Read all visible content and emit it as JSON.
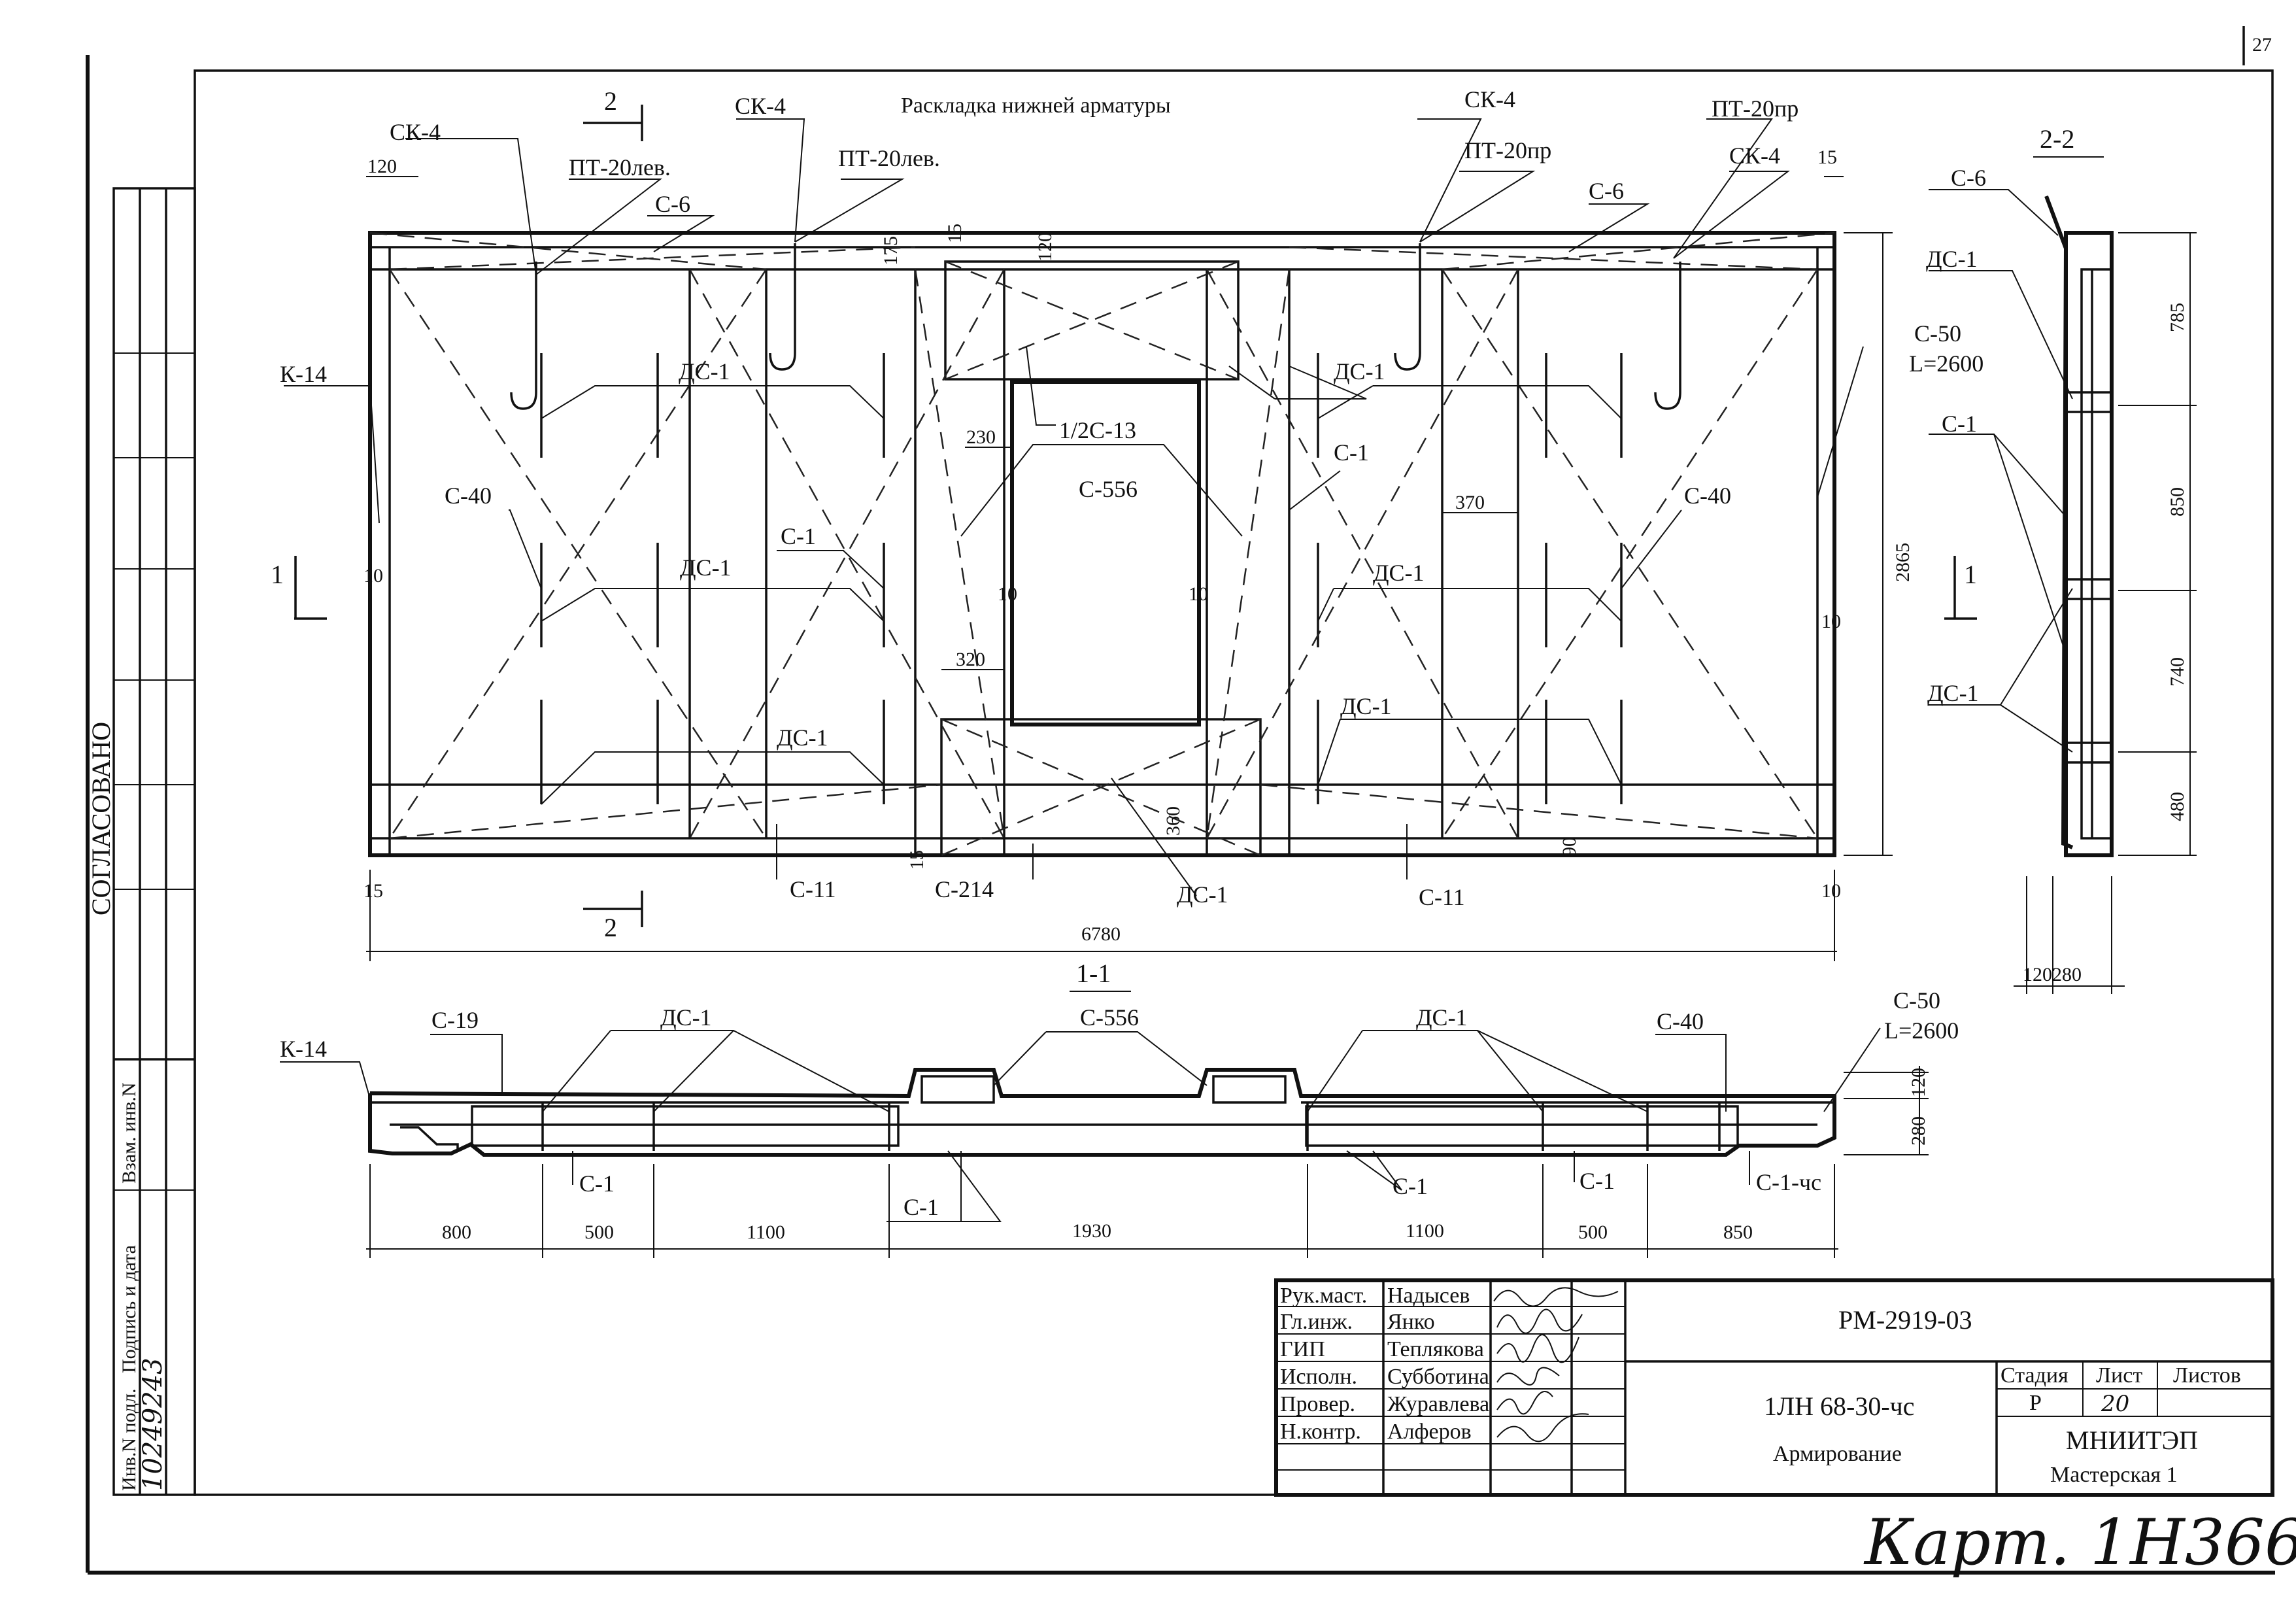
{
  "sheet_corner_number": "27",
  "plan_title": "Раскладка нижней арматуры",
  "approved_label": "СОГЛАСОВАНО",
  "section_marks": {
    "s1": "1",
    "s2": "2",
    "view_1_1": "1-1",
    "view_2_2": "2-2"
  },
  "labels": {
    "sk4": "СК-4",
    "pt20lev": "ПТ-20лев.",
    "pt20pr": "ПТ-20пр",
    "c6": "С-6",
    "k14": "К-14",
    "ds1": "ДС-1",
    "c40": "С-40",
    "c1": "С-1",
    "c556": "С-556",
    "half_c13": "1/2С-13",
    "c50": "С-50",
    "l2600": "L=2600",
    "c11": "С-11",
    "c214": "С-214",
    "c19": "С-19",
    "c1chs": "С-1-чс"
  },
  "dims": {
    "d120": "120",
    "d15": "15",
    "d175": "175",
    "d10": "10",
    "d230": "230",
    "d320": "320",
    "d370": "370",
    "d360": "360",
    "d90": "90",
    "d2865": "2865",
    "d6780": "6780",
    "d785": "785",
    "d850": "850",
    "d740": "740",
    "d480": "480",
    "d280": "280",
    "d12280": "120280",
    "d800": "800",
    "d500": "500",
    "d1100": "1100",
    "d1930": "1930"
  },
  "left_stamp": {
    "inv_podl": "Инв.N подл.",
    "podpis": "Подпись и дата",
    "vzam": "Взам. инв.N",
    "inv_value": "10249243"
  },
  "title_block": {
    "roles": [
      "Рук.маст.",
      "Гл.инж.",
      "ГИП",
      "Исполн.",
      "Провер.",
      "Н.контр."
    ],
    "names": [
      "Надысев",
      "Янко",
      "Теплякова",
      "Субботина",
      "Журавлева",
      "Алферов"
    ],
    "code": "РМ-2919-03",
    "product": "1ЛН 68-30-чс",
    "sheet_title": "Армирование",
    "stage_h": "Стадия",
    "sheet_h": "Лист",
    "sheets_h": "Листов",
    "stage": "Р",
    "sheet": "20",
    "org": "МНИИТЭП",
    "workshop": "Мастерская 1"
  },
  "handwritten_note": "Карт. 1Н366"
}
